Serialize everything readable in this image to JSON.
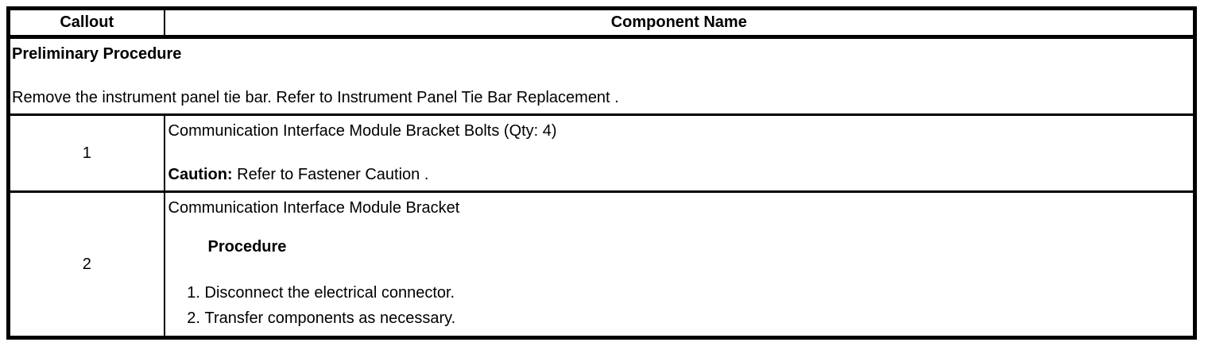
{
  "table": {
    "header": {
      "callout": "Callout",
      "component_name": "Component Name"
    },
    "preliminary": {
      "title": "Preliminary Procedure",
      "body_prefix": "Remove the instrument panel tie bar. Refer to ",
      "body_link": "Instrument Panel Tie Bar Replacement",
      "body_suffix": " ."
    },
    "rows": [
      {
        "callout": "1",
        "name": "Communication Interface Module Bracket Bolts (Qty: 4)",
        "caution_label": "Caution:",
        "caution_text": " Refer to ",
        "caution_link": "Fastener Caution",
        "caution_suffix": " ."
      },
      {
        "callout": "2",
        "name": "Communication Interface Module Bracket",
        "procedure_heading": "Procedure",
        "steps": [
          "Disconnect the electrical connector.",
          "Transfer components as necessary."
        ]
      }
    ]
  },
  "colors": {
    "border": "#000000",
    "text": "#000000",
    "background": "#ffffff"
  }
}
